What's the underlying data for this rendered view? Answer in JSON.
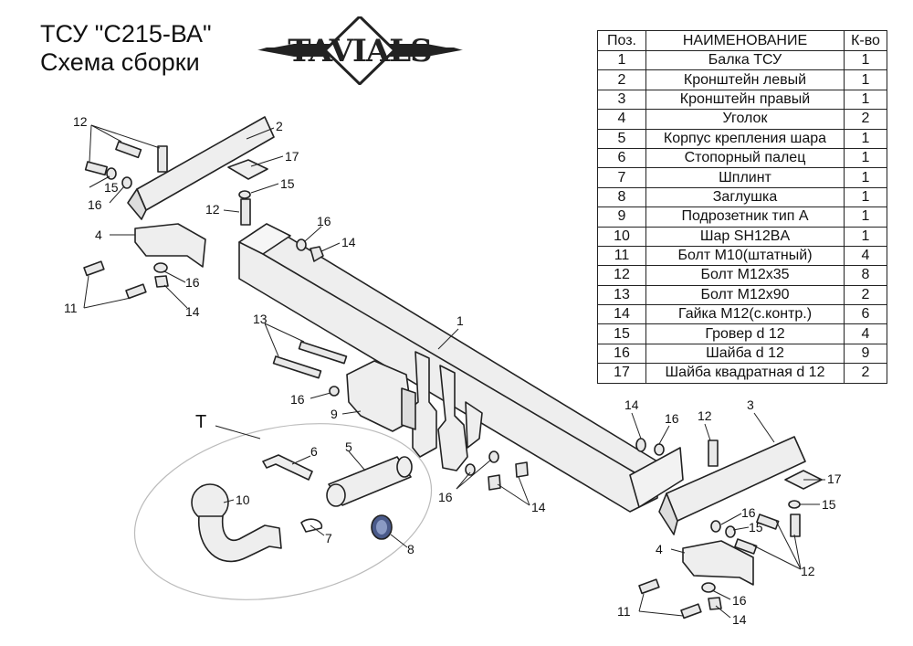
{
  "title": {
    "line1": "ТСУ  \"С215-ВА\"",
    "line2": "Схема сборки"
  },
  "logo": {
    "text": "TAVIALS"
  },
  "table": {
    "headers": [
      "Поз.",
      "НАИМЕНОВАНИЕ",
      "К-во"
    ],
    "rows": [
      [
        "1",
        "Балка ТСУ",
        "1"
      ],
      [
        "2",
        "Кронштейн левый",
        "1"
      ],
      [
        "3",
        "Кронштейн правый",
        "1"
      ],
      [
        "4",
        "Уголок",
        "2"
      ],
      [
        "5",
        "Корпус крепления шара",
        "1"
      ],
      [
        "6",
        "Стопорный палец",
        "1"
      ],
      [
        "7",
        "Шплинт",
        "1"
      ],
      [
        "8",
        "Заглушка",
        "1"
      ],
      [
        "9",
        "Подрозетник тип А",
        "1"
      ],
      [
        "10",
        "Шар SH12BA",
        "1"
      ],
      [
        "11",
        "Болт М10(штатный)",
        "4"
      ],
      [
        "12",
        "Болт М12х35",
        "8"
      ],
      [
        "13",
        "Болт М12х90",
        "2"
      ],
      [
        "14",
        "Гайка М12(с.контр.)",
        "6"
      ],
      [
        "15",
        "Гровер d 12",
        "4"
      ],
      [
        "16",
        "Шайба d 12",
        "9"
      ],
      [
        "17",
        "Шайба квадратная d 12",
        "2"
      ]
    ]
  },
  "callouts": [
    "12",
    "2",
    "17",
    "15",
    "16",
    "4",
    "12",
    "16",
    "14",
    "11",
    "16",
    "14",
    "13",
    "1",
    "16",
    "9",
    "T",
    "6",
    "5",
    "10",
    "7",
    "8",
    "16",
    "14",
    "14",
    "16",
    "12",
    "3",
    "17",
    "15",
    "16",
    "15",
    "4",
    "12",
    "11",
    "16",
    "14",
    "15"
  ]
}
